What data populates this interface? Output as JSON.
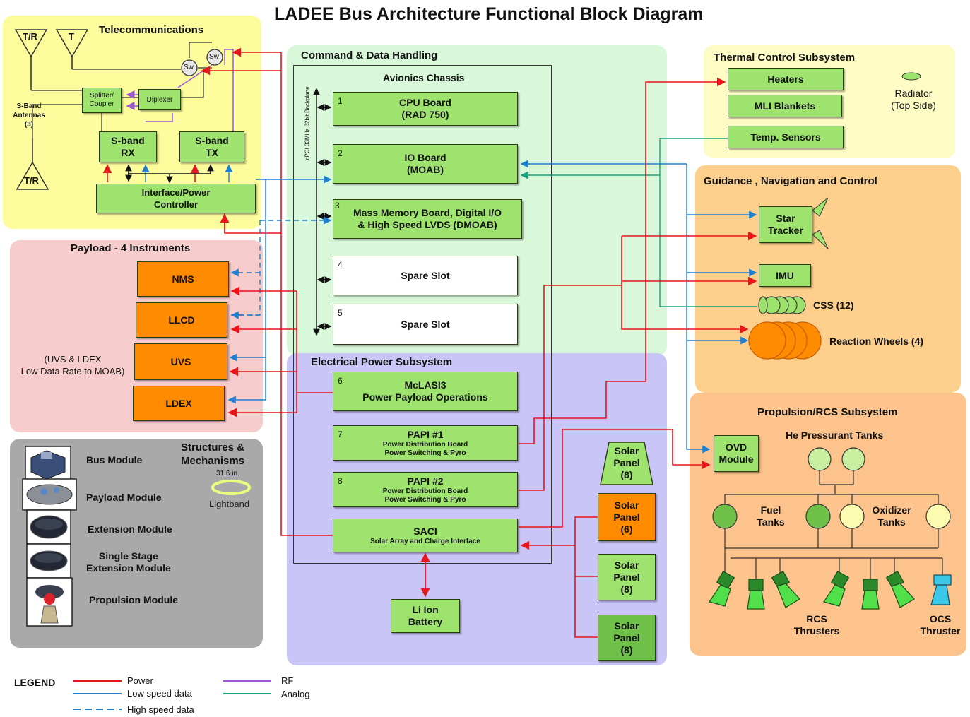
{
  "title": "LADEE Bus Architecture Functional Block Diagram",
  "telecom": {
    "title": "Telecommunications",
    "antenna_tr1": "T/R",
    "antenna_t": "T",
    "antenna_tr2": "T/R",
    "antennas_label": [
      "S-Band",
      "Antennas",
      "(3)"
    ],
    "sw1": "Sw",
    "sw2": "Sw",
    "splitter": [
      "Splitter/",
      "Coupler"
    ],
    "diplexer": "Diplexer",
    "rx": [
      "S-band",
      "RX"
    ],
    "tx": [
      "S-band",
      "TX"
    ],
    "ipc": [
      "Interface/Power",
      "Controller"
    ]
  },
  "cdh": {
    "title": "Command & Data Handling",
    "chassis": "Avionics Chassis",
    "backplane": "cPCI 33MHz 32bit Backplane",
    "cpu": {
      "num": "1",
      "line1": "CPU Board",
      "line2": "(RAD 750)"
    },
    "io": {
      "num": "2",
      "line1": "IO Board",
      "line2": "(MOAB)"
    },
    "mm": {
      "num": "3",
      "line1": "Mass Memory Board, Digital I/O",
      "line2": "& High Speed LVDS (DMOAB)"
    },
    "spare4": {
      "num": "4",
      "label": "Spare Slot"
    },
    "spare5": {
      "num": "5",
      "label": "Spare Slot"
    }
  },
  "eps": {
    "title": "Electrical Power Subsystem",
    "mclasi": {
      "num": "6",
      "line1": "McLASI3",
      "line2": "Power Payload Operations"
    },
    "papi1": {
      "num": "7",
      "line1": "PAPI #1",
      "line2": "Power Distribution Board",
      "line3": "Power Switching & Pyro"
    },
    "papi2": {
      "num": "8",
      "line1": "PAPI #2",
      "line2": "Power Distribution Board",
      "line3": "Power Switching & Pyro"
    },
    "saci": {
      "line1": "SACI",
      "line2": "Solar Array and Charge Interface"
    },
    "battery": [
      "Li Ion",
      "Battery"
    ],
    "solar1": [
      "Solar",
      "Panel",
      "(8)"
    ],
    "solar2": [
      "Solar",
      "Panel",
      "(6)"
    ],
    "solar3": [
      "Solar",
      "Panel",
      "(8)"
    ],
    "solar4": [
      "Solar",
      "Panel",
      "(8)"
    ]
  },
  "payload": {
    "title": "Payload - 4 Instruments",
    "nms": "NMS",
    "llcd": "LLCD",
    "uvs": "UVS",
    "ldex": "LDEX",
    "note": [
      "(UVS & LDEX",
      "Low Data Rate to MOAB)"
    ]
  },
  "structures": {
    "title": [
      "Structures &",
      "Mechanisms"
    ],
    "bus": "Bus Module",
    "payload": "Payload Module",
    "extension": "Extension Module",
    "single": [
      "Single Stage",
      "Extension Module"
    ],
    "propulsion": "Propulsion Module",
    "lightband_size": "31.6 in.",
    "lightband": "Lightband"
  },
  "thermal": {
    "title": "Thermal Control Subsystem",
    "heaters": "Heaters",
    "mli": "MLI Blankets",
    "temp": "Temp. Sensors",
    "radiator": [
      "Radiator",
      "(Top Side)"
    ]
  },
  "gnc": {
    "title": "Guidance , Navigation and Control",
    "star": [
      "Star",
      "Tracker"
    ],
    "imu": "IMU",
    "css": "CSS (12)",
    "rw": "Reaction Wheels (4)"
  },
  "prop": {
    "title": "Propulsion/RCS Subsystem",
    "he": "He Pressurant Tanks",
    "ovd": [
      "OVD",
      "Module"
    ],
    "fuel": [
      "Fuel",
      "Tanks"
    ],
    "oxid": [
      "Oxidizer",
      "Tanks"
    ],
    "rcs": [
      "RCS",
      "Thrusters"
    ],
    "ocs": [
      "OCS",
      "Thruster"
    ]
  },
  "legend": {
    "title": "LEGEND",
    "power": "Power",
    "low": "Low speed data",
    "high": "High speed data",
    "rf": "RF",
    "analog": "Analog"
  },
  "colors": {
    "power": "#e8151b",
    "data": "#1f7fd1",
    "rf": "#9b59d6",
    "analog": "#18a37a",
    "box_green": "#9ee36e",
    "instrument_orange": "#ff8c00"
  }
}
